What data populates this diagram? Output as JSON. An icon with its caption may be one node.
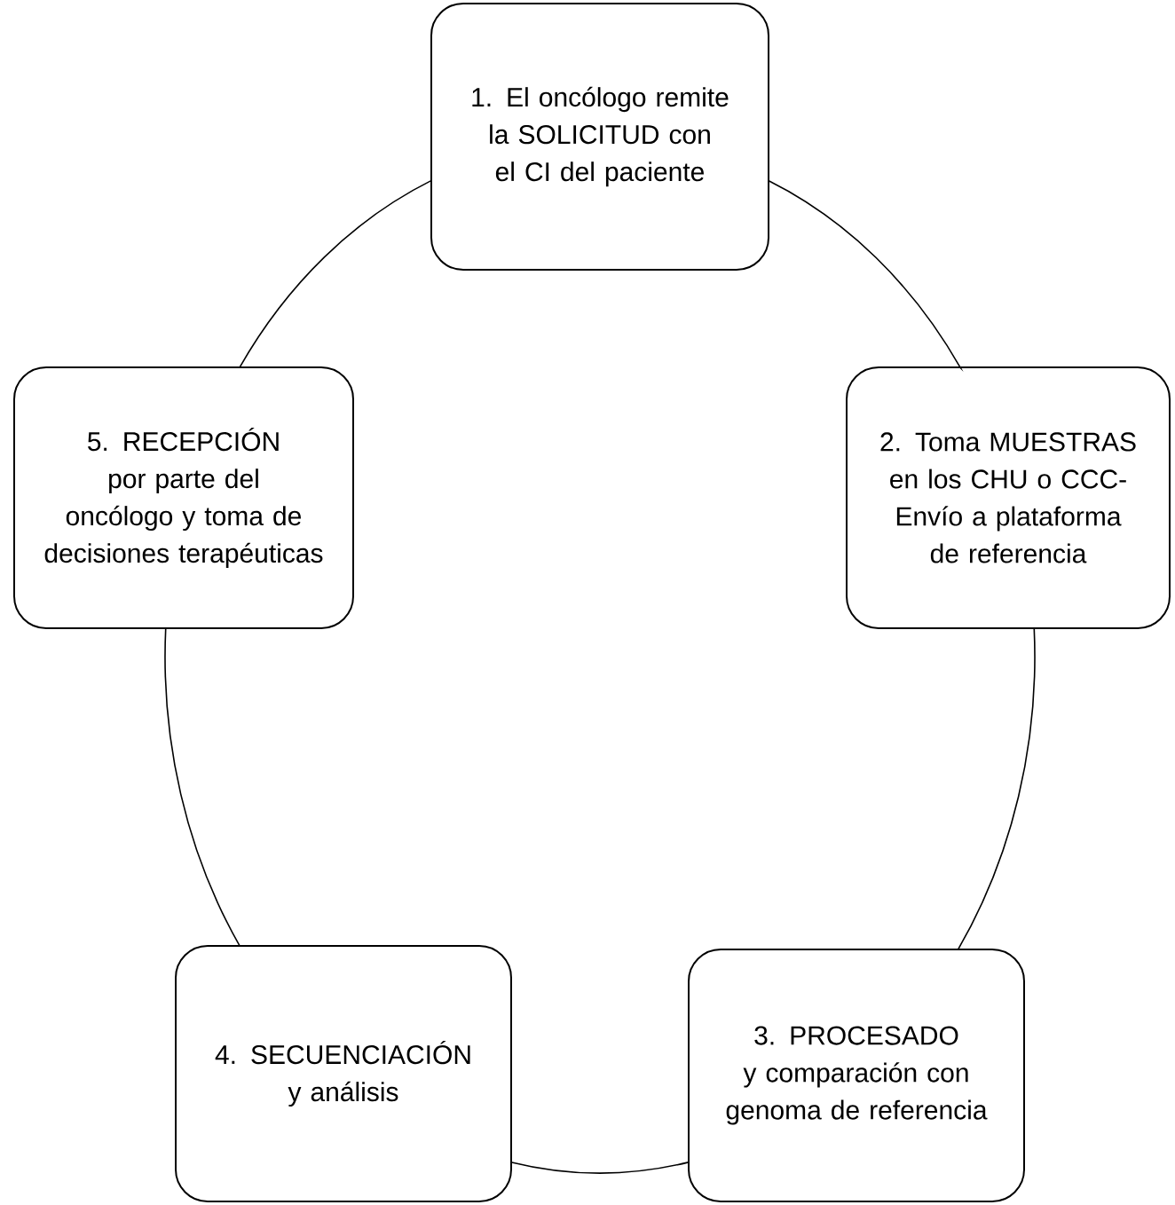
{
  "diagram": {
    "nodes": [
      {
        "text": [
          "1. El oncólogo remite la SOLICITUD con el CI del paciente"
        ]
      },
      {
        "text": [
          "5. RECEPCIÓN por parte del oncólogo y toma de decisiones terapéuticas"
        ]
      },
      {
        "text": [
          "2. Toma MUESTRAS en los CHU o CCC- Envío a plataforma de referencia"
        ]
      },
      {
        "text": [
          "4. SECUENCIACIÓN y análisis"
        ]
      },
      {
        "text": [
          "3. PROCESADO y comparación con genoma de referencia"
        ]
      }
    ],
    "edges": [
      {
        "from": 0,
        "to": 2,
        "arrow": "none"
      },
      {
        "from": 2,
        "to": 4,
        "arrow": "none"
      },
      {
        "from": 4,
        "to": 3,
        "arrow": "none"
      },
      {
        "from": 3,
        "to": 1,
        "arrow": "none"
      },
      {
        "from": 1,
        "to": 0,
        "arrow": "none"
      }
    ]
  }
}
